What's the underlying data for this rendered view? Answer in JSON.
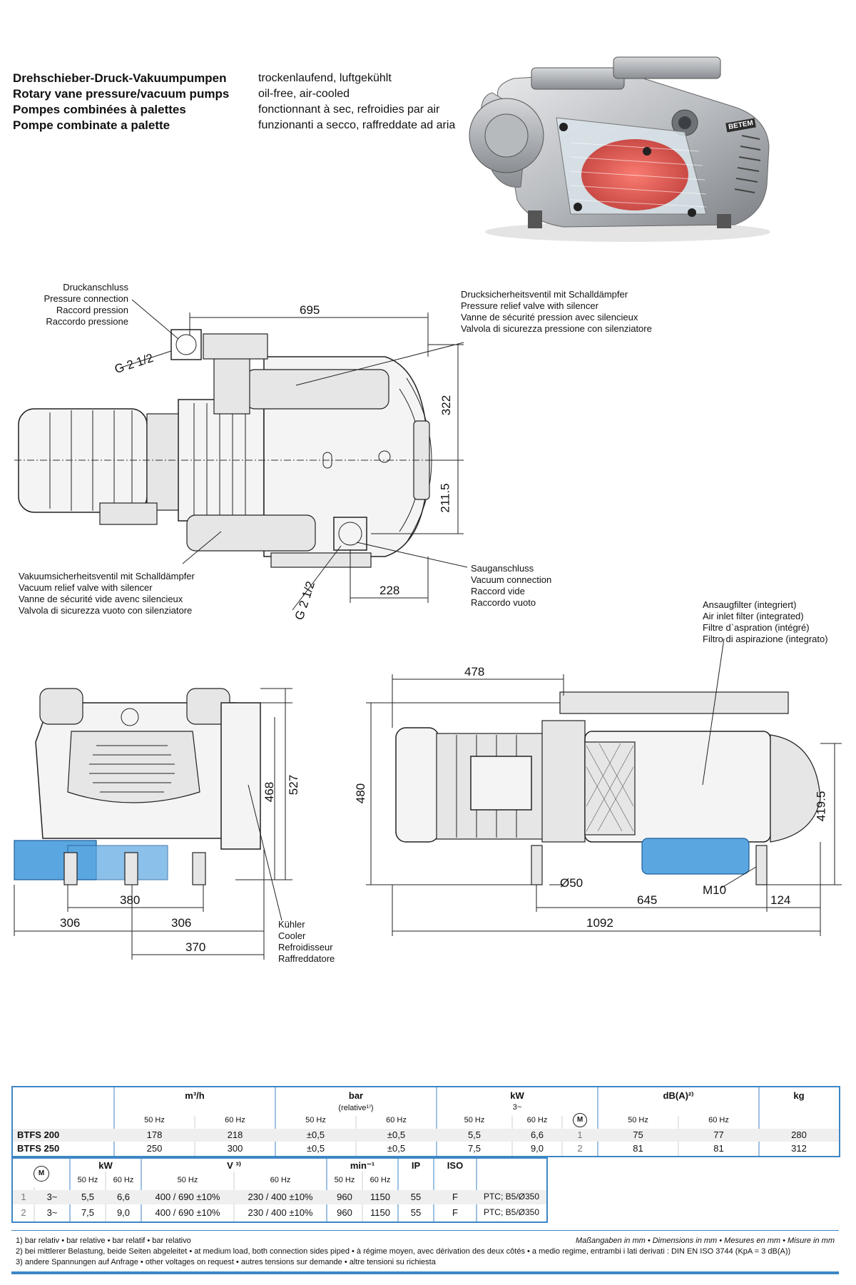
{
  "header": {
    "titles": [
      "Drehschieber-Druck-Vakuumpumpen",
      "Rotary vane pressure/vacuum pumps",
      "Pompes combinées à palettes",
      "Pompe combinate a palette"
    ],
    "descriptions": [
      "trockenlaufend, luftgekühlt",
      "oil-free, air-cooled",
      "fonctionnant à sec, refroidies par air",
      "funzionanti a secco, raffreddate ad aria"
    ],
    "brand": "BETEM"
  },
  "top_view": {
    "pressure_connection": [
      "Druckanschluss",
      "Pressure connection",
      "Raccord pression",
      "Raccordo pressione"
    ],
    "pressure_relief": [
      "Drucksicherheitsventil mit Schalldämpfer",
      "Pressure relief valve with silencer",
      "Vanne de sécurité pression avec silencieux",
      "Valvola di sicurezza pressione con silenziatore"
    ],
    "vacuum_relief": [
      "Vakuumsicherheitsventil mit Schalldämpfer",
      "Vacuum relief valve with silencer",
      "Vanne de sécurité vide avenc silencieux",
      "Valvola di sicurezza vuoto con silenziatore"
    ],
    "suction_connection": [
      "Sauganschluss",
      "Vacuum connection",
      "Raccord vide",
      "Raccordo vuoto"
    ],
    "dims": {
      "d695": "695",
      "d322": "322",
      "d2115": "211.5",
      "d228": "228",
      "g_top": "G 2 1/2",
      "g_bottom": "G 2 1/2"
    }
  },
  "front_view": {
    "cooler": [
      "Kühler",
      "Cooler",
      "Refroidisseur",
      "Raffreddatore"
    ],
    "dims": {
      "d380": "380",
      "d306a": "306",
      "d306b": "306",
      "d370": "370",
      "d468": "468",
      "d527": "527"
    }
  },
  "side_view": {
    "inlet_filter": [
      "Ansaugfilter (integriert)",
      "Air inlet filter (integrated)",
      "Filtre d`aspration (intégré)",
      "Filtro di aspirazione (integrato)"
    ],
    "dims": {
      "d478": "478",
      "d480": "480",
      "d4195": "419.5",
      "d50": "Ø50",
      "m10": "M10",
      "d645": "645",
      "d124": "124",
      "d1092": "1092"
    }
  },
  "table1": {
    "groups": [
      {
        "label": "m³/h",
        "sub": ""
      },
      {
        "label": "bar",
        "sub": "(relative¹⁾)"
      },
      {
        "label": "kW",
        "sub": "3~"
      },
      {
        "label": "dB(A)²⁾",
        "sub": ""
      },
      {
        "label": "kg",
        "sub": ""
      }
    ],
    "hz_labels": [
      "50 Hz",
      "60 Hz",
      "50 Hz",
      "60 Hz",
      "50 Hz",
      "60 Hz",
      "50 Hz",
      "60 Hz"
    ],
    "motor_symbol": "M",
    "rows": [
      {
        "model": "BTFS 200",
        "vals": [
          "178",
          "218",
          "±0,5",
          "±0,5",
          "5,5",
          "6,6",
          "1",
          "75",
          "77",
          "280"
        ]
      },
      {
        "model": "BTFS 250",
        "vals": [
          "250",
          "300",
          "±0,5",
          "±0,5",
          "7,5",
          "9,0",
          "2",
          "81",
          "81",
          "312"
        ]
      }
    ]
  },
  "table2": {
    "motor_symbol": "M",
    "headers": {
      "kw": "kW",
      "v": "V ³⁾",
      "min": "min⁻¹",
      "ip": "IP",
      "iso": "ISO"
    },
    "hz_labels": [
      "50 Hz",
      "60 Hz",
      "50 Hz",
      "60 Hz",
      "50 Hz",
      "60 Hz"
    ],
    "rows": [
      {
        "m": "1",
        "ph": "3~",
        "kw50": "5,5",
        "kw60": "6,6",
        "v50": "400 / 690 ±10%",
        "v60": "230 / 400 ±10%",
        "n50": "960",
        "n60": "1150",
        "ip": "55",
        "iso": "F",
        "extra": "PTC; B5/Ø350"
      },
      {
        "m": "2",
        "ph": "3~",
        "kw50": "7,5",
        "kw60": "9,0",
        "v50": "400 / 690 ±10%",
        "v60": "230 / 400 ±10%",
        "n50": "960",
        "n60": "1150",
        "ip": "55",
        "iso": "F",
        "extra": "PTC; B5/Ø350"
      }
    ]
  },
  "footnotes": {
    "f1": "1) bar relativ • bar relative • bar relatif • bar relativo",
    "f2": "2) bei mittlerer Belastung, beide Seiten abgeleitet • at medium load, both connection sides piped • à régime moyen, avec dérivation des deux côtés • a medio regime, entrambi i lati derivati :  DIN EN ISO 3744 (KpA = 3 dB(A))",
    "f3": "3) andere Spannungen auf Anfrage • other voltages on request • autres tensions sur demande • altre tensioni su richiesta",
    "units": "Maßangaben in mm • Dimensions in mm • Mesures en mm • Misure in mm"
  }
}
